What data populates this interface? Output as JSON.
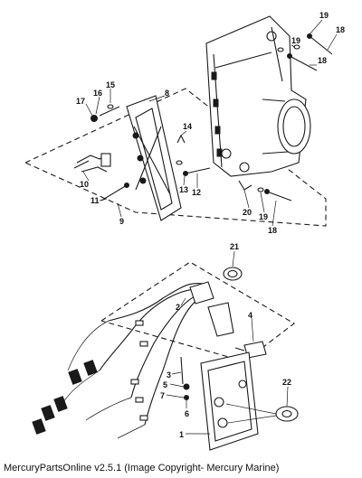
{
  "callouts": {
    "c1": "1",
    "c2": "2",
    "c3": "3",
    "c4": "4",
    "c5": "5",
    "c6": "6",
    "c7": "7",
    "c8": "8",
    "c9": "9",
    "c10": "10",
    "c11": "11",
    "c12": "12",
    "c13": "13",
    "c14": "14",
    "c15": "15",
    "c16": "16",
    "c17": "17",
    "c18a": "18",
    "c18b": "18",
    "c18c": "18",
    "c19a": "19",
    "c19b": "19",
    "c19c": "19",
    "c20": "20",
    "c21": "21",
    "c22": "22"
  },
  "caption": "MercuryPartsOnline v2.5.1 (Image Copyright- Mercury Marine)"
}
